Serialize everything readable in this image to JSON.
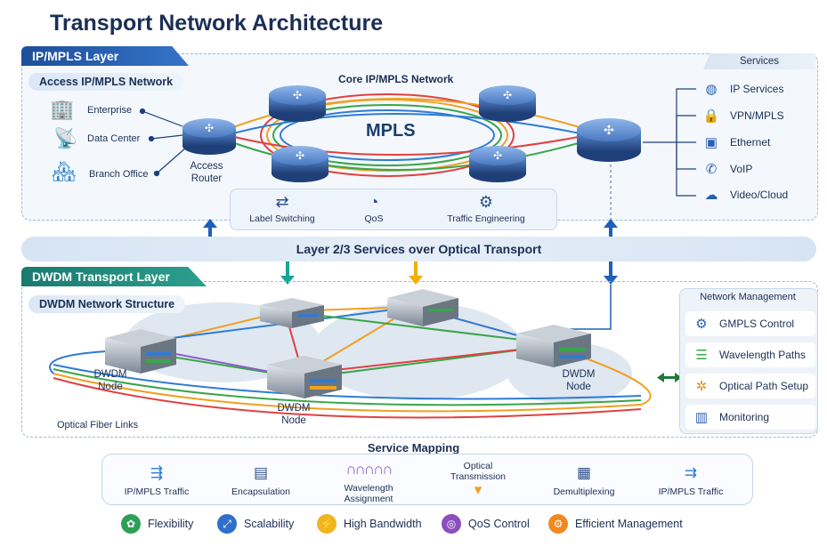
{
  "title": "Transport Network Architecture",
  "ip_layer": {
    "tab": "IP/MPLS Layer",
    "access_header": "Access IP/MPLS Network",
    "core_label": "Core IP/MPLS Network",
    "mpls_label": "MPLS",
    "sites": [
      "Enterprise",
      "Data Center",
      "Branch Office"
    ],
    "access_router": "Access\nRouter",
    "features": [
      "Label Switching",
      "QoS",
      "Traffic Engineering"
    ]
  },
  "services": {
    "header": "Services",
    "items": [
      "IP Services",
      "VPN/MPLS",
      "Ethernet",
      "VoIP",
      "Video/Cloud"
    ]
  },
  "band": "Layer 2/3 Services over Optical Transport",
  "dwdm_layer": {
    "tab": "DWDM Transport Layer",
    "structure_header": "DWDM Network Structure",
    "node_label_1": "DWDM",
    "node_label_2": "Node",
    "fiber_label": "Optical Fiber Links"
  },
  "management": {
    "header": "Network Management",
    "items": [
      "GMPLS Control",
      "Wavelength Paths",
      "Optical Path Setup",
      "Monitoring"
    ]
  },
  "service_mapping": {
    "title": "Service Mapping",
    "steps": [
      "IP/MPLS Traffic",
      "Encapsulation",
      "Wavelength Assignment",
      "Optical Transmission",
      "Demultiplexing",
      "IP/MPLS Traffic"
    ]
  },
  "benefits": [
    "Flexibility",
    "Scalability",
    "High Bandwidth",
    "QoS Control",
    "Efficient Management"
  ],
  "colors": {
    "ip_tab": "#1d4f9a",
    "dwdm_tab": "#1a7a6f",
    "accent": "#2b6fd1"
  }
}
